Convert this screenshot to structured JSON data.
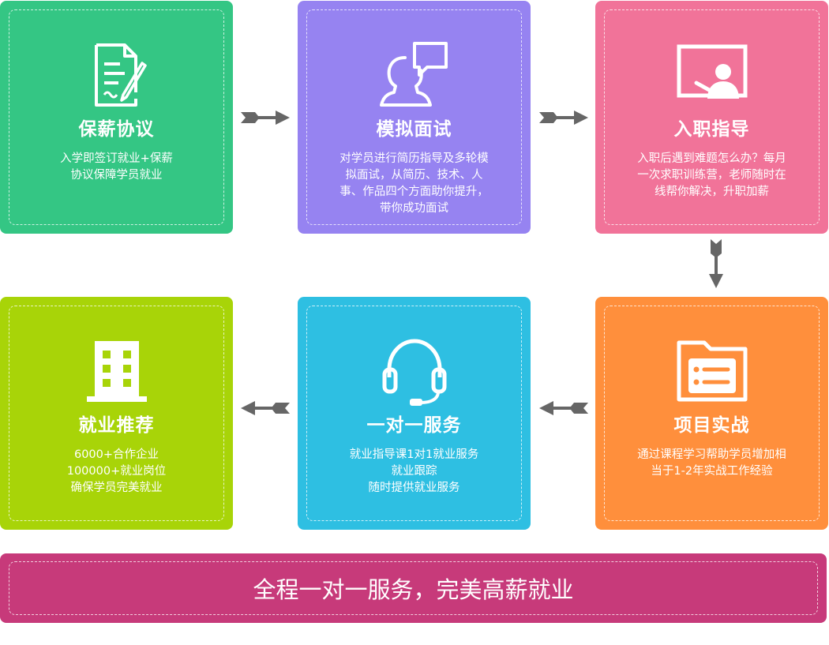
{
  "colors": {
    "green": "#34C684",
    "purple": "#9683F1",
    "pink": "#F17399",
    "orange": "#FF8F3C",
    "blue": "#2EBFE2",
    "lime": "#A8D408",
    "magenta": "#C73A7A",
    "arrow": "#666666"
  },
  "steps": [
    {
      "title": "保薪协议",
      "desc": "入学即签订就业+保薪\n协议保障学员就业",
      "icon": "contract-icon",
      "color": "#34C684"
    },
    {
      "title": "模拟面试",
      "desc": "对学员进行简历指导及多轮模\n拟面试，从简历、技术、人\n事、作品四个方面助你提升，\n带你成功面试",
      "icon": "interview-icon",
      "color": "#9683F1"
    },
    {
      "title": "入职指导",
      "desc": "入职后遇到难题怎么办？每月\n一次求职训练营，老师随时在\n线帮你解决，升职加薪",
      "icon": "teacher-board-icon",
      "color": "#F17399"
    },
    {
      "title": "项目实战",
      "desc": "通过课程学习帮助学员增加相\n当于1-2年实战工作经验",
      "icon": "folder-list-icon",
      "color": "#FF8F3C"
    },
    {
      "title": "一对一服务",
      "desc": "就业指导课1对1就业服务\n就业跟踪\n随时提供就业服务",
      "icon": "headset-icon",
      "color": "#2EBFE2"
    },
    {
      "title": "就业推荐",
      "desc": "6000+合作企业\n100000+就业岗位\n确保学员完美就业",
      "icon": "building-icon",
      "color": "#A8D408"
    }
  ],
  "banner": {
    "text": "全程一对一服务，完美高薪就业",
    "color": "#C73A7A"
  }
}
